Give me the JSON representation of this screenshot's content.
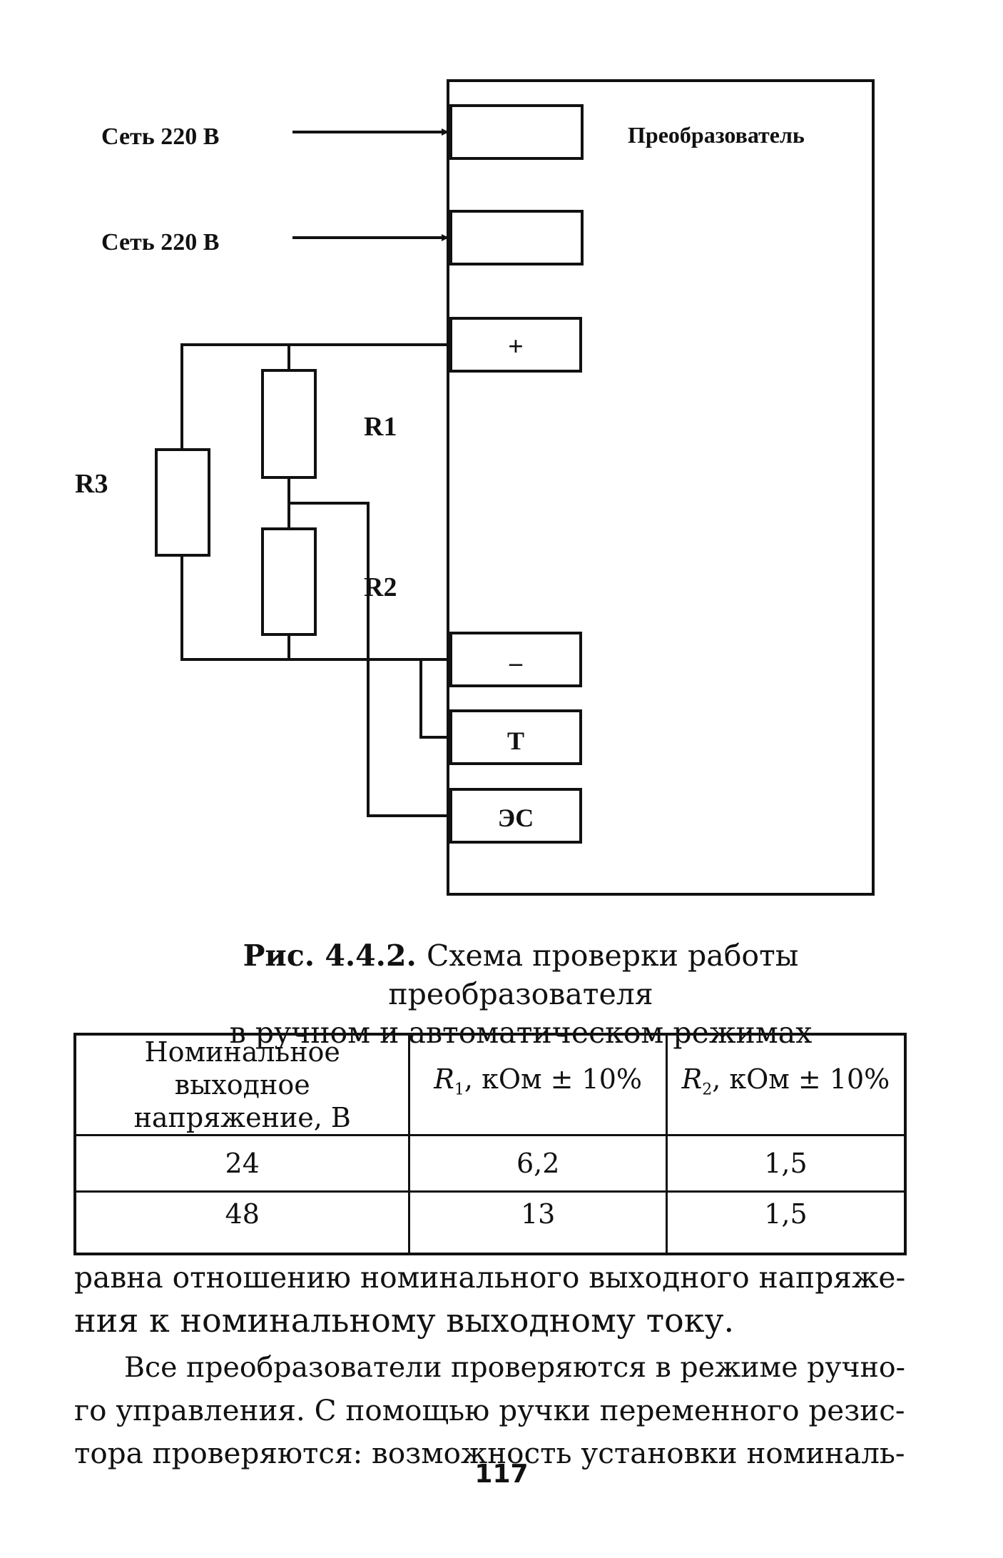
{
  "diagram": {
    "input_1_label": "Сеть 220 В",
    "input_2_label": "Сеть 220 В",
    "converter_label": "Преобразователь",
    "terminal_plus": "+",
    "terminal_minus": "–",
    "terminal_t": "Т",
    "terminal_es": "ЭС",
    "r1_label": "R1",
    "r2_label": "R2",
    "r3_label": "R3"
  },
  "caption": {
    "number": "Рис. 4.4.2.",
    "line1": "Схема проверки работы преобразователя",
    "line2": "в ручном и автоматическом режимах"
  },
  "table": {
    "headers": {
      "voltage_line1": "Номинальное выходное",
      "voltage_line2": "напряжение, В",
      "r1_symbol": "R",
      "r1_sub": "1",
      "r1_rest": ", кОм ± 10%",
      "r2_symbol": "R",
      "r2_sub": "2",
      "r2_rest": ", кОм ± 10%"
    },
    "rows": [
      {
        "voltage": "24",
        "r1": "6,2",
        "r2": "1,5"
      },
      {
        "voltage": "48",
        "r1": "13",
        "r2": "1,5"
      }
    ]
  },
  "text": {
    "para1_line1": "равна отношению номинального выходного напряже-",
    "para1_line2": "ния к номинальному выходному току.",
    "para2_line1": "Все преобразователи проверяются в режиме ручно-",
    "para2_line2": "го управления. С помощью ручки переменного резис-",
    "para2_line3": "тора проверяются: возможность установки номиналь-"
  },
  "page_number": "117"
}
